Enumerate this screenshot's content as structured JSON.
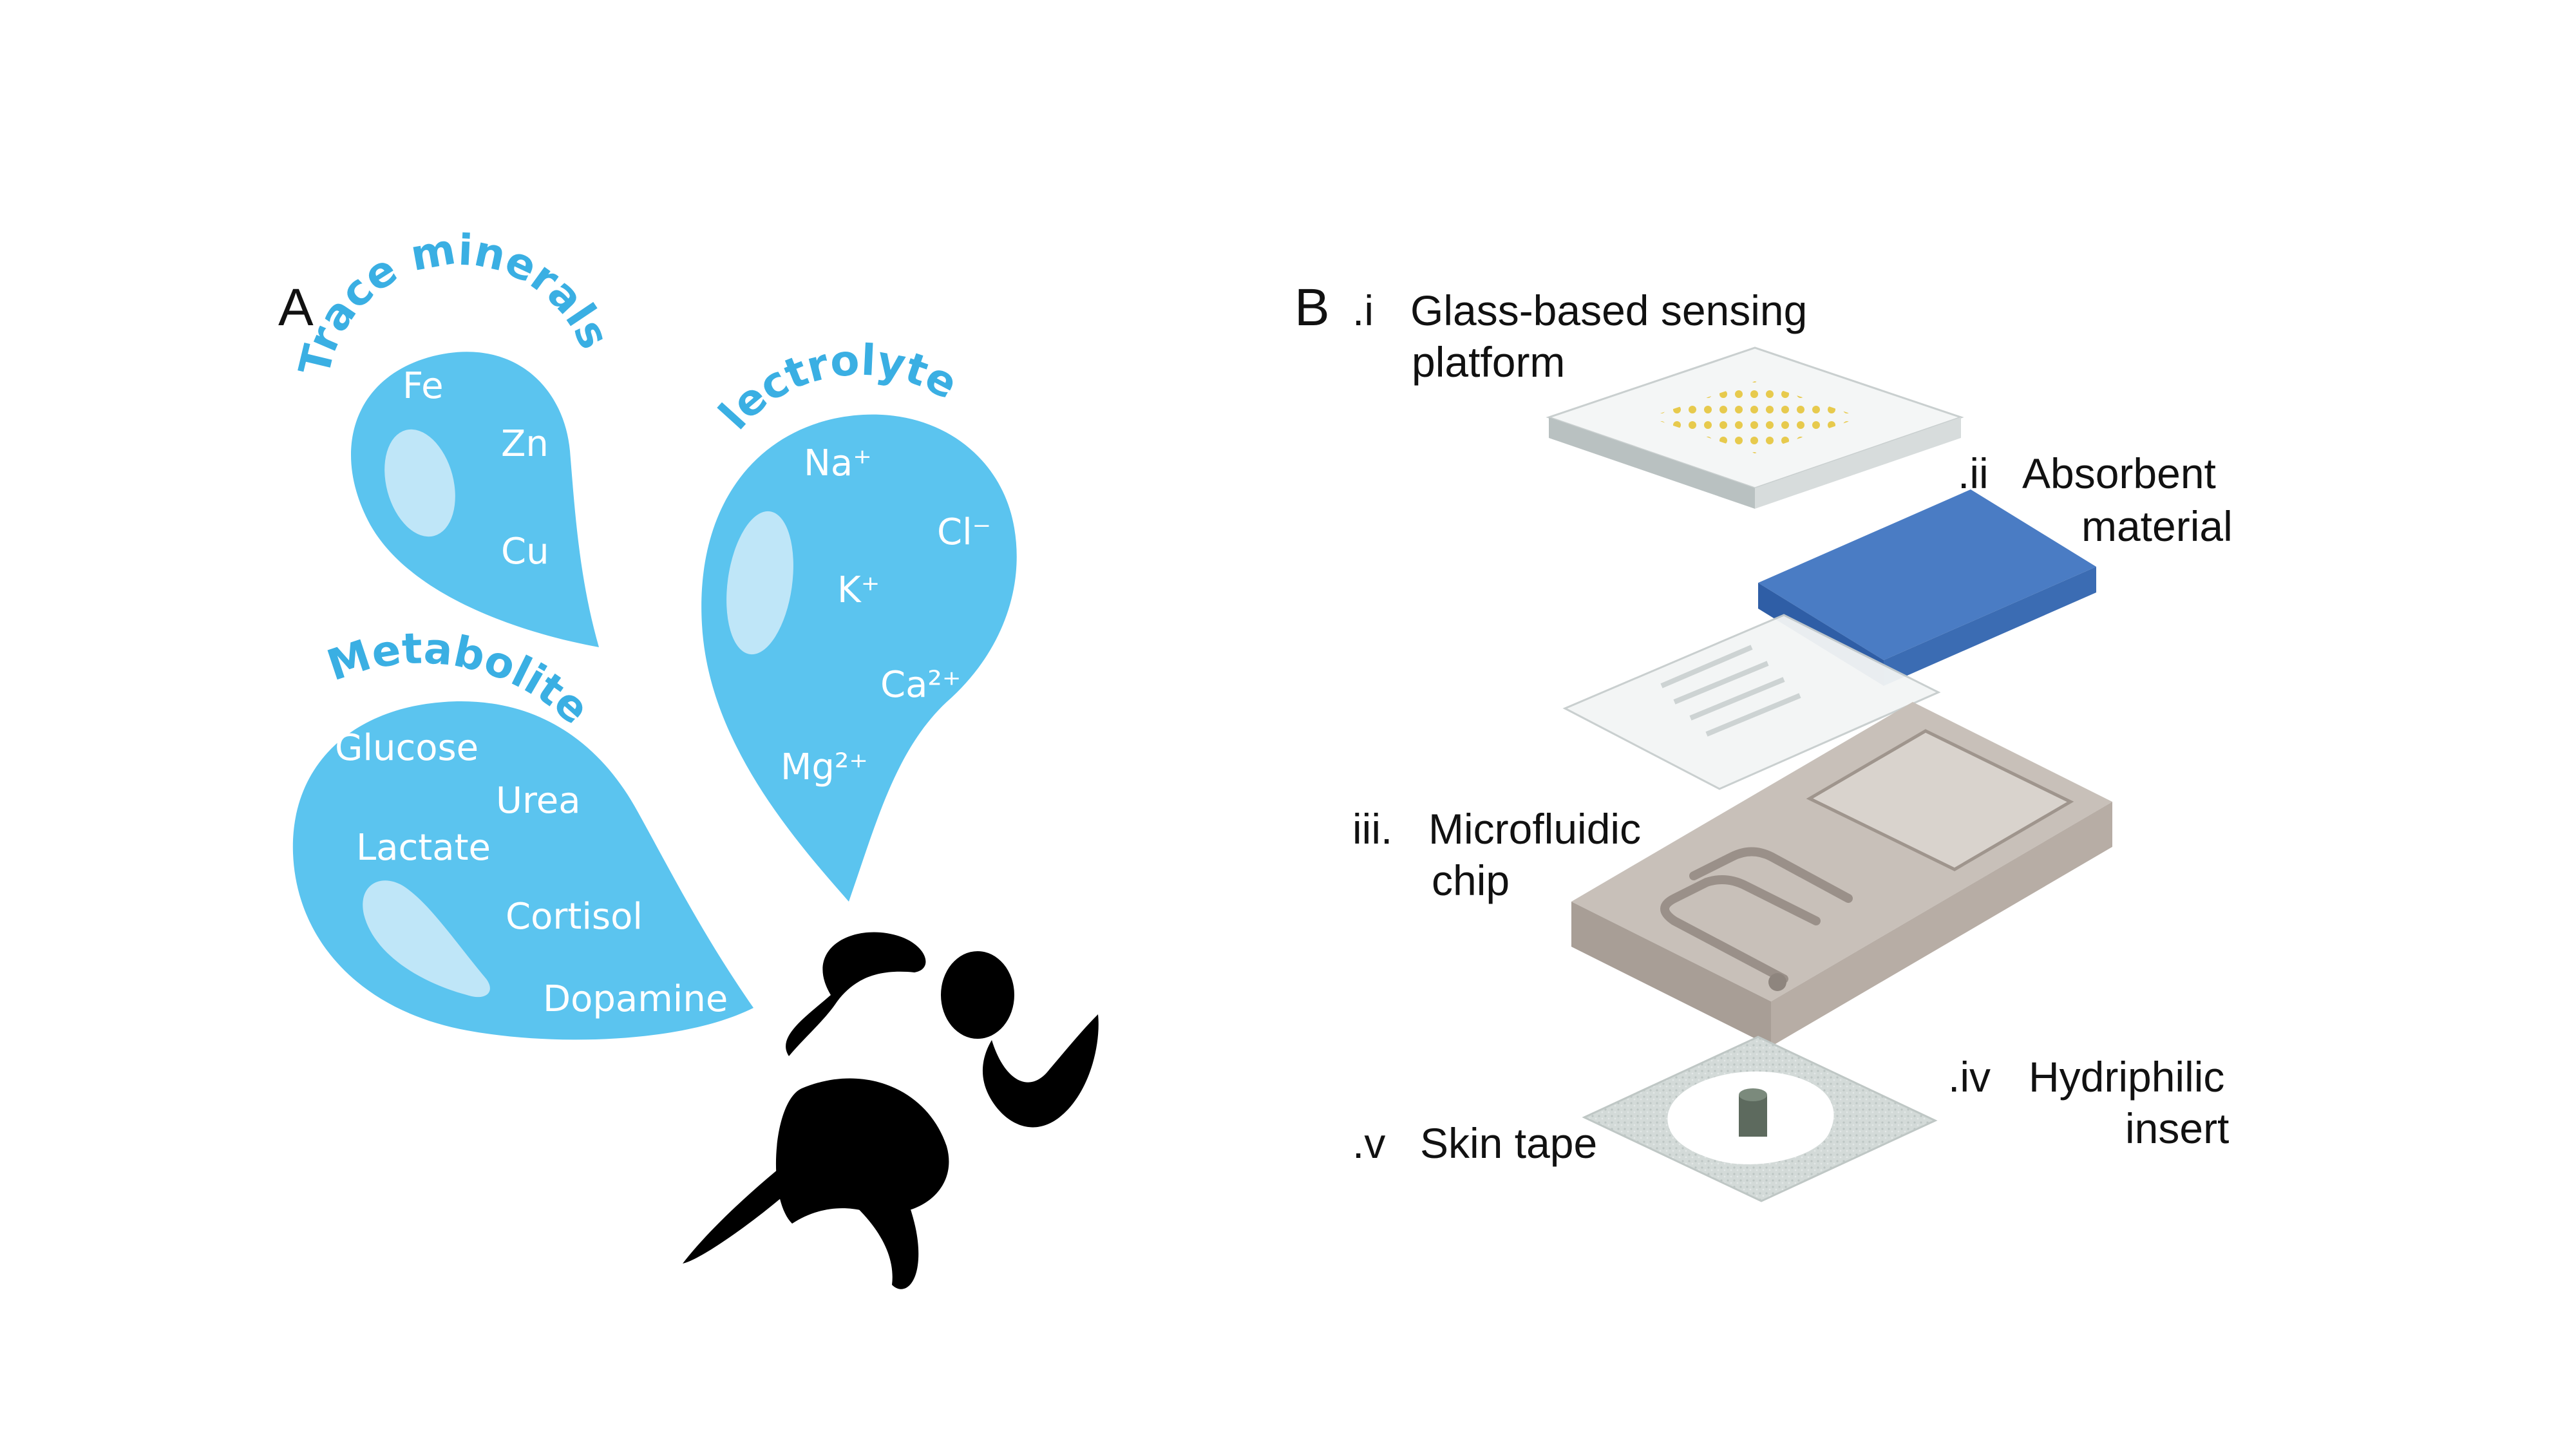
{
  "panel_a": {
    "letter": "A",
    "trace_minerals": {
      "title": "Trace minerals",
      "items": [
        "Fe",
        "Zn",
        "Cu"
      ]
    },
    "electrolytes": {
      "title": "Electrolytes",
      "items": [
        "Na⁺",
        "Cl⁻",
        "K⁺",
        "Ca²⁺",
        "Mg²⁺"
      ]
    },
    "metabolites": {
      "title": "Metabolites",
      "items": [
        "Glucose",
        "Urea",
        "Lactate",
        "Cortisol",
        "Dopamine"
      ]
    }
  },
  "panel_b": {
    "letter": "B",
    "layers": [
      {
        "numeral": ".i",
        "line1": "Glass-based sensing",
        "line2": "platform"
      },
      {
        "numeral": ".ii",
        "line1": "Absorbent",
        "line2": "material"
      },
      {
        "numeral": "iii.",
        "line1": "Microfluidic",
        "line2": "chip"
      },
      {
        "numeral": ".iv",
        "line1": "Hydriphilic",
        "line2": "insert"
      },
      {
        "numeral": ".v",
        "line1": "Skin tape",
        "line2": ""
      }
    ]
  },
  "colors": {
    "drop_fill": "#5bc4ef",
    "drop_highlight": "#bfe6f8",
    "title_color": "#3aafe3",
    "runner": "#000000",
    "absorbent_blue": "#4a7cc4",
    "chip_gray": "#b5aba3",
    "tape_gray": "#d3dad8"
  }
}
